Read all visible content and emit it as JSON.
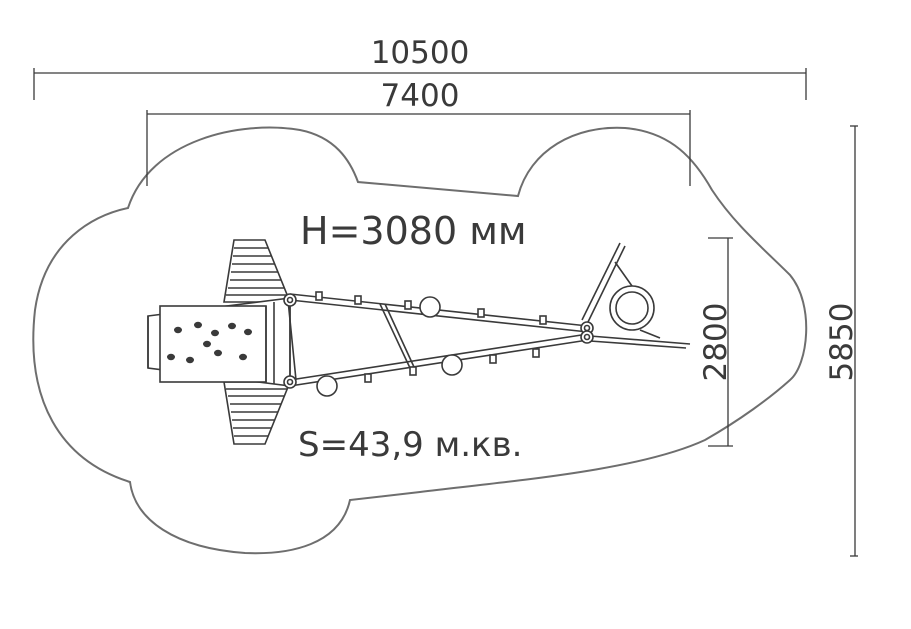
{
  "dimensions": {
    "overall_length": "10500",
    "frame_length": "7400",
    "frame_width": "2800",
    "overall_width": "5850"
  },
  "labels": {
    "height": "H=3080 мм",
    "area": "S=43,9 м.кв."
  },
  "colors": {
    "line": "#3a3a3a",
    "zone": "#6e6e6e"
  }
}
